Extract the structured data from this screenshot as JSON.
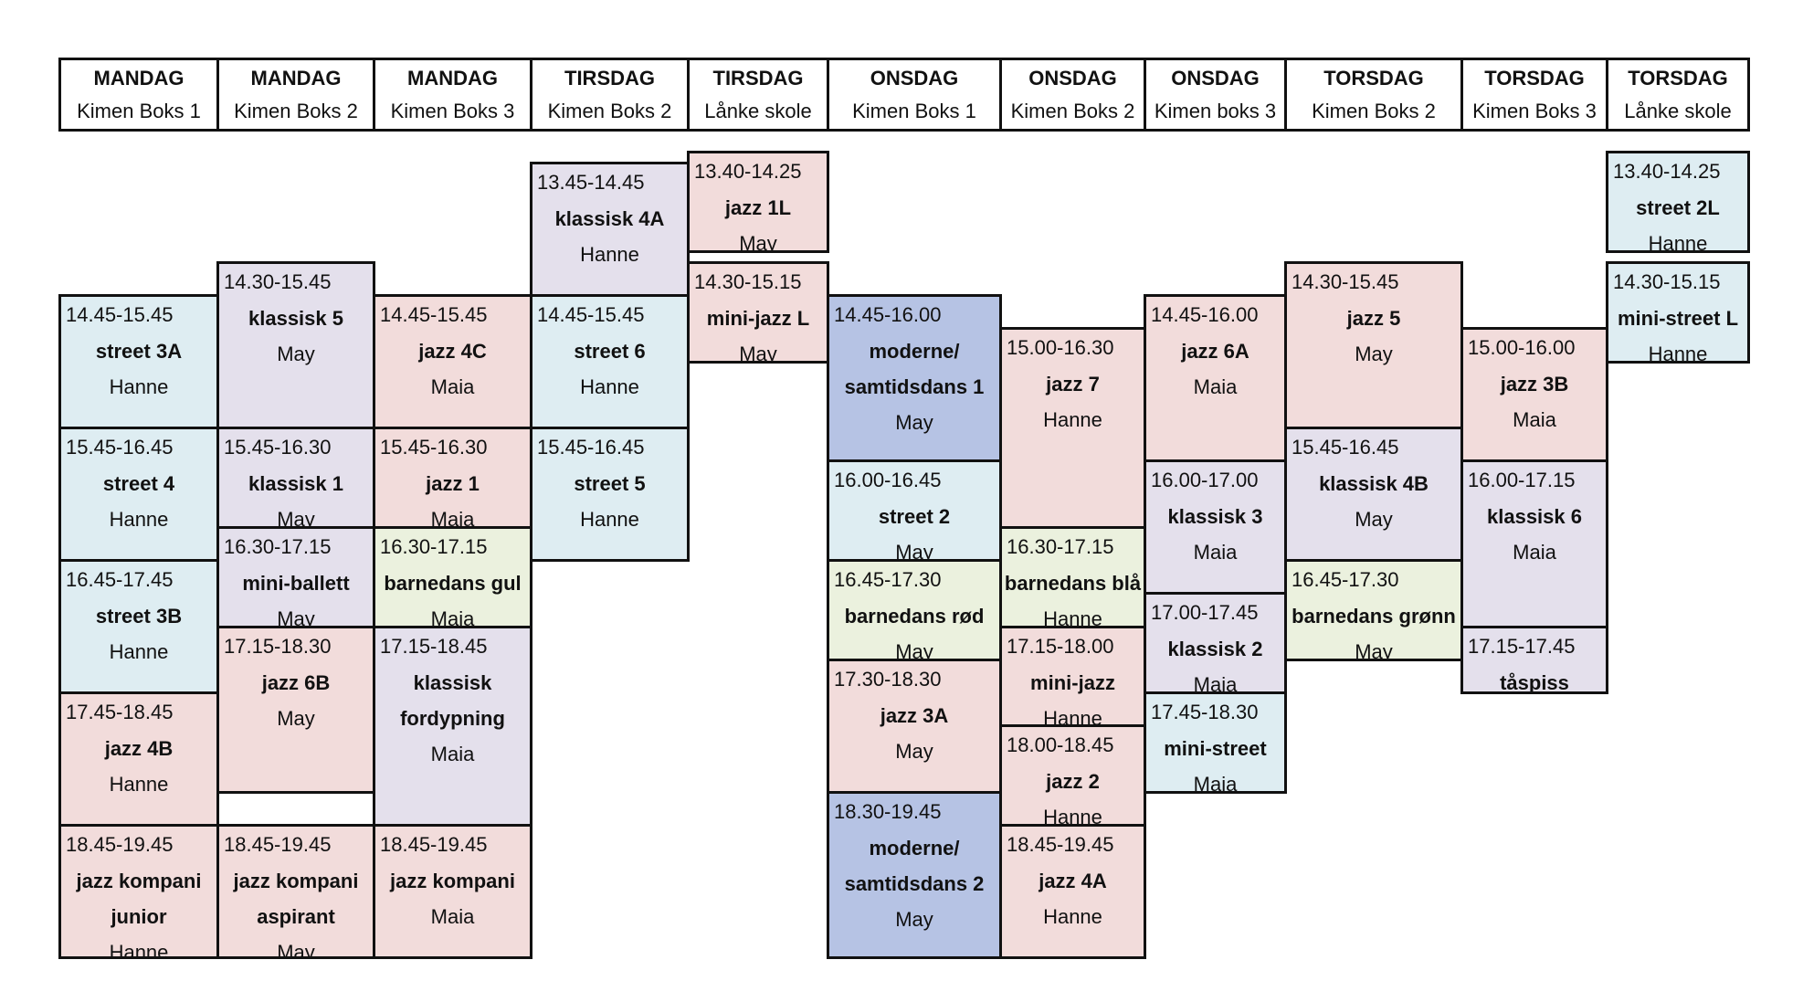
{
  "headers": [
    {
      "day": "MANDAG",
      "room": "Kimen Boks 1"
    },
    {
      "day": "MANDAG",
      "room": "Kimen Boks 2"
    },
    {
      "day": "MANDAG",
      "room": "Kimen Boks 3"
    },
    {
      "day": "TIRSDAG",
      "room": "Kimen Boks 2"
    },
    {
      "day": "TIRSDAG",
      "room": "Lånke skole"
    },
    {
      "day": "ONSDAG",
      "room": "Kimen Boks 1"
    },
    {
      "day": "ONSDAG",
      "room": "Kimen Boks 2"
    },
    {
      "day": "ONSDAG",
      "room": "Kimen boks 3"
    },
    {
      "day": "TORSDAG",
      "room": "Kimen Boks 2"
    },
    {
      "day": "TORSDAG",
      "room": "Kimen Boks 3"
    },
    {
      "day": "TORSDAG",
      "room": "Lånke skole"
    }
  ],
  "classes": [
    {
      "col": 0,
      "time": "14.45-15.45",
      "name": [
        "street 3A"
      ],
      "teacher": "Hanne",
      "style": "street"
    },
    {
      "col": 0,
      "time": "15.45-16.45",
      "name": [
        "street 4"
      ],
      "teacher": "Hanne",
      "style": "street"
    },
    {
      "col": 0,
      "time": "16.45-17.45",
      "name": [
        "street 3B"
      ],
      "teacher": "Hanne",
      "style": "street"
    },
    {
      "col": 0,
      "time": "17.45-18.45",
      "name": [
        "jazz 4B"
      ],
      "teacher": "Hanne",
      "style": "jazz"
    },
    {
      "col": 0,
      "time": "18.45-19.45",
      "name": [
        "jazz kompani",
        "junior"
      ],
      "teacher": "Hanne",
      "style": "jazz"
    },
    {
      "col": 1,
      "time": "14.30-15.45",
      "name": [
        "klassisk 5"
      ],
      "teacher": "May",
      "style": "klassisk"
    },
    {
      "col": 1,
      "time": "15.45-16.30",
      "name": [
        "klassisk 1"
      ],
      "teacher": "May",
      "style": "klassisk"
    },
    {
      "col": 1,
      "time": "16.30-17.15",
      "name": [
        "mini-ballett"
      ],
      "teacher": "May",
      "style": "klassisk"
    },
    {
      "col": 1,
      "time": "17.15-18.30",
      "name": [
        "jazz 6B"
      ],
      "teacher": "May",
      "style": "jazz"
    },
    {
      "col": 1,
      "time": "18.45-19.45",
      "name": [
        "jazz kompani",
        "aspirant"
      ],
      "teacher": "May",
      "style": "jazz"
    },
    {
      "col": 2,
      "time": "14.45-15.45",
      "name": [
        "jazz 4C"
      ],
      "teacher": "Maia",
      "style": "jazz"
    },
    {
      "col": 2,
      "time": "15.45-16.30",
      "name": [
        "jazz 1"
      ],
      "teacher": "Maia",
      "style": "jazz"
    },
    {
      "col": 2,
      "time": "16.30-17.15",
      "name": [
        "barnedans gul"
      ],
      "teacher": "Maia",
      "style": "barn"
    },
    {
      "col": 2,
      "time": "17.15-18.45",
      "name": [
        "klassisk",
        "fordypning"
      ],
      "teacher": "Maia",
      "style": "klassisk"
    },
    {
      "col": 2,
      "time": "18.45-19.45",
      "name": [
        "jazz kompani"
      ],
      "teacher": "Maia",
      "style": "jazz"
    },
    {
      "col": 3,
      "time": "13.45-14.45",
      "name": [
        "klassisk 4A"
      ],
      "teacher": "Hanne",
      "style": "klassisk"
    },
    {
      "col": 3,
      "time": "14.45-15.45",
      "name": [
        "street 6"
      ],
      "teacher": "Hanne",
      "style": "street"
    },
    {
      "col": 3,
      "time": "15.45-16.45",
      "name": [
        "street 5"
      ],
      "teacher": "Hanne",
      "style": "street"
    },
    {
      "col": 4,
      "time": "13.40-14.25",
      "name": [
        "jazz 1L"
      ],
      "teacher": "May",
      "style": "jazz"
    },
    {
      "col": 4,
      "time": "14.30-15.15",
      "name": [
        "mini-jazz L"
      ],
      "teacher": "May",
      "style": "jazz"
    },
    {
      "col": 5,
      "time": "14.45-16.00",
      "name": [
        "moderne/",
        "samtidsdans 1"
      ],
      "teacher": "May",
      "style": "moderne"
    },
    {
      "col": 5,
      "time": "16.00-16.45",
      "name": [
        "street 2"
      ],
      "teacher": "May",
      "style": "street"
    },
    {
      "col": 5,
      "time": "16.45-17.30",
      "name": [
        "barnedans rød"
      ],
      "teacher": "May",
      "style": "barn"
    },
    {
      "col": 5,
      "time": "17.30-18.30",
      "name": [
        "jazz 3A"
      ],
      "teacher": "May",
      "style": "jazz"
    },
    {
      "col": 5,
      "time": "18.30-19.45",
      "name": [
        "moderne/",
        "samtidsdans 2"
      ],
      "teacher": "May",
      "style": "moderne"
    },
    {
      "col": 6,
      "time": "15.00-16.30",
      "name": [
        "jazz 7"
      ],
      "teacher": "Hanne",
      "style": "jazz"
    },
    {
      "col": 6,
      "time": "16.30-17.15",
      "name": [
        "barnedans blå"
      ],
      "teacher": "Hanne",
      "style": "barn"
    },
    {
      "col": 6,
      "time": "17.15-18.00",
      "name": [
        "mini-jazz"
      ],
      "teacher": "Hanne",
      "style": "jazz"
    },
    {
      "col": 6,
      "time": "18.00-18.45",
      "name": [
        "jazz 2"
      ],
      "teacher": "Hanne",
      "style": "jazz"
    },
    {
      "col": 6,
      "time": "18.45-19.45",
      "name": [
        "jazz 4A"
      ],
      "teacher": "Hanne",
      "style": "jazz"
    },
    {
      "col": 7,
      "time": "14.45-16.00",
      "name": [
        "jazz 6A"
      ],
      "teacher": "Maia",
      "style": "jazz"
    },
    {
      "col": 7,
      "time": "16.00-17.00",
      "name": [
        "klassisk 3"
      ],
      "teacher": "Maia",
      "style": "klassisk"
    },
    {
      "col": 7,
      "time": "17.00-17.45",
      "name": [
        "klassisk 2"
      ],
      "teacher": "Maia",
      "style": "klassisk"
    },
    {
      "col": 7,
      "time": "17.45-18.30",
      "name": [
        "mini-street"
      ],
      "teacher": "Maia",
      "style": "street"
    },
    {
      "col": 8,
      "time": "14.30-15.45",
      "name": [
        "jazz 5"
      ],
      "teacher": "May",
      "style": "jazz"
    },
    {
      "col": 8,
      "time": "15.45-16.45",
      "name": [
        "klassisk 4B"
      ],
      "teacher": "May",
      "style": "klassisk"
    },
    {
      "col": 8,
      "time": "16.45-17.30",
      "name": [
        "barnedans grønn"
      ],
      "teacher": "May",
      "style": "barn"
    },
    {
      "col": 9,
      "time": "15.00-16.00",
      "name": [
        "jazz 3B"
      ],
      "teacher": "Maia",
      "style": "jazz"
    },
    {
      "col": 9,
      "time": "16.00-17.15",
      "name": [
        "klassisk 6"
      ],
      "teacher": "Maia",
      "style": "klassisk"
    },
    {
      "col": 9,
      "time": "17.15-17.45",
      "name": [
        "tåspiss"
      ],
      "teacher": "",
      "style": "klassisk"
    },
    {
      "col": 10,
      "time": "13.40-14.25",
      "name": [
        "street 2L"
      ],
      "teacher": "Hanne",
      "style": "street"
    },
    {
      "col": 10,
      "time": "14.30-15.15",
      "name": [
        "mini-street L"
      ],
      "teacher": "Hanne",
      "style": "street"
    }
  ]
}
